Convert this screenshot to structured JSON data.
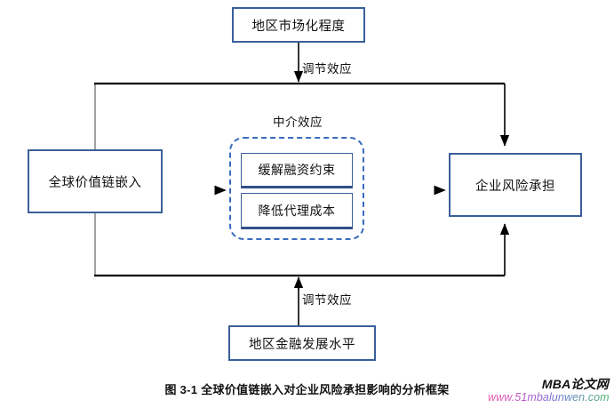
{
  "figure": {
    "caption": "图 3-1  全球价值链嵌入对企业风险承担影响的分析框架",
    "nodes": {
      "market_level": "地区市场化程度",
      "gvc_embedding": "全球价值链嵌入",
      "risk_taking": "企业风险承担",
      "finance_level": "地区金融发展水平",
      "mediator_financing": "缓解融资约束",
      "mediator_agency": "降低代理成本"
    },
    "edge_labels": {
      "moderating_top": "调节效应",
      "mediating": "中介效应",
      "moderating_bottom": "调节效应"
    },
    "colors": {
      "box_border": "#3a5f9b",
      "dashed_border": "#3a6bbf",
      "arrow": "#000000",
      "text": "#111111"
    }
  },
  "watermark": {
    "title": "MBA论文网",
    "url": "www.51mbalunwen.com"
  }
}
